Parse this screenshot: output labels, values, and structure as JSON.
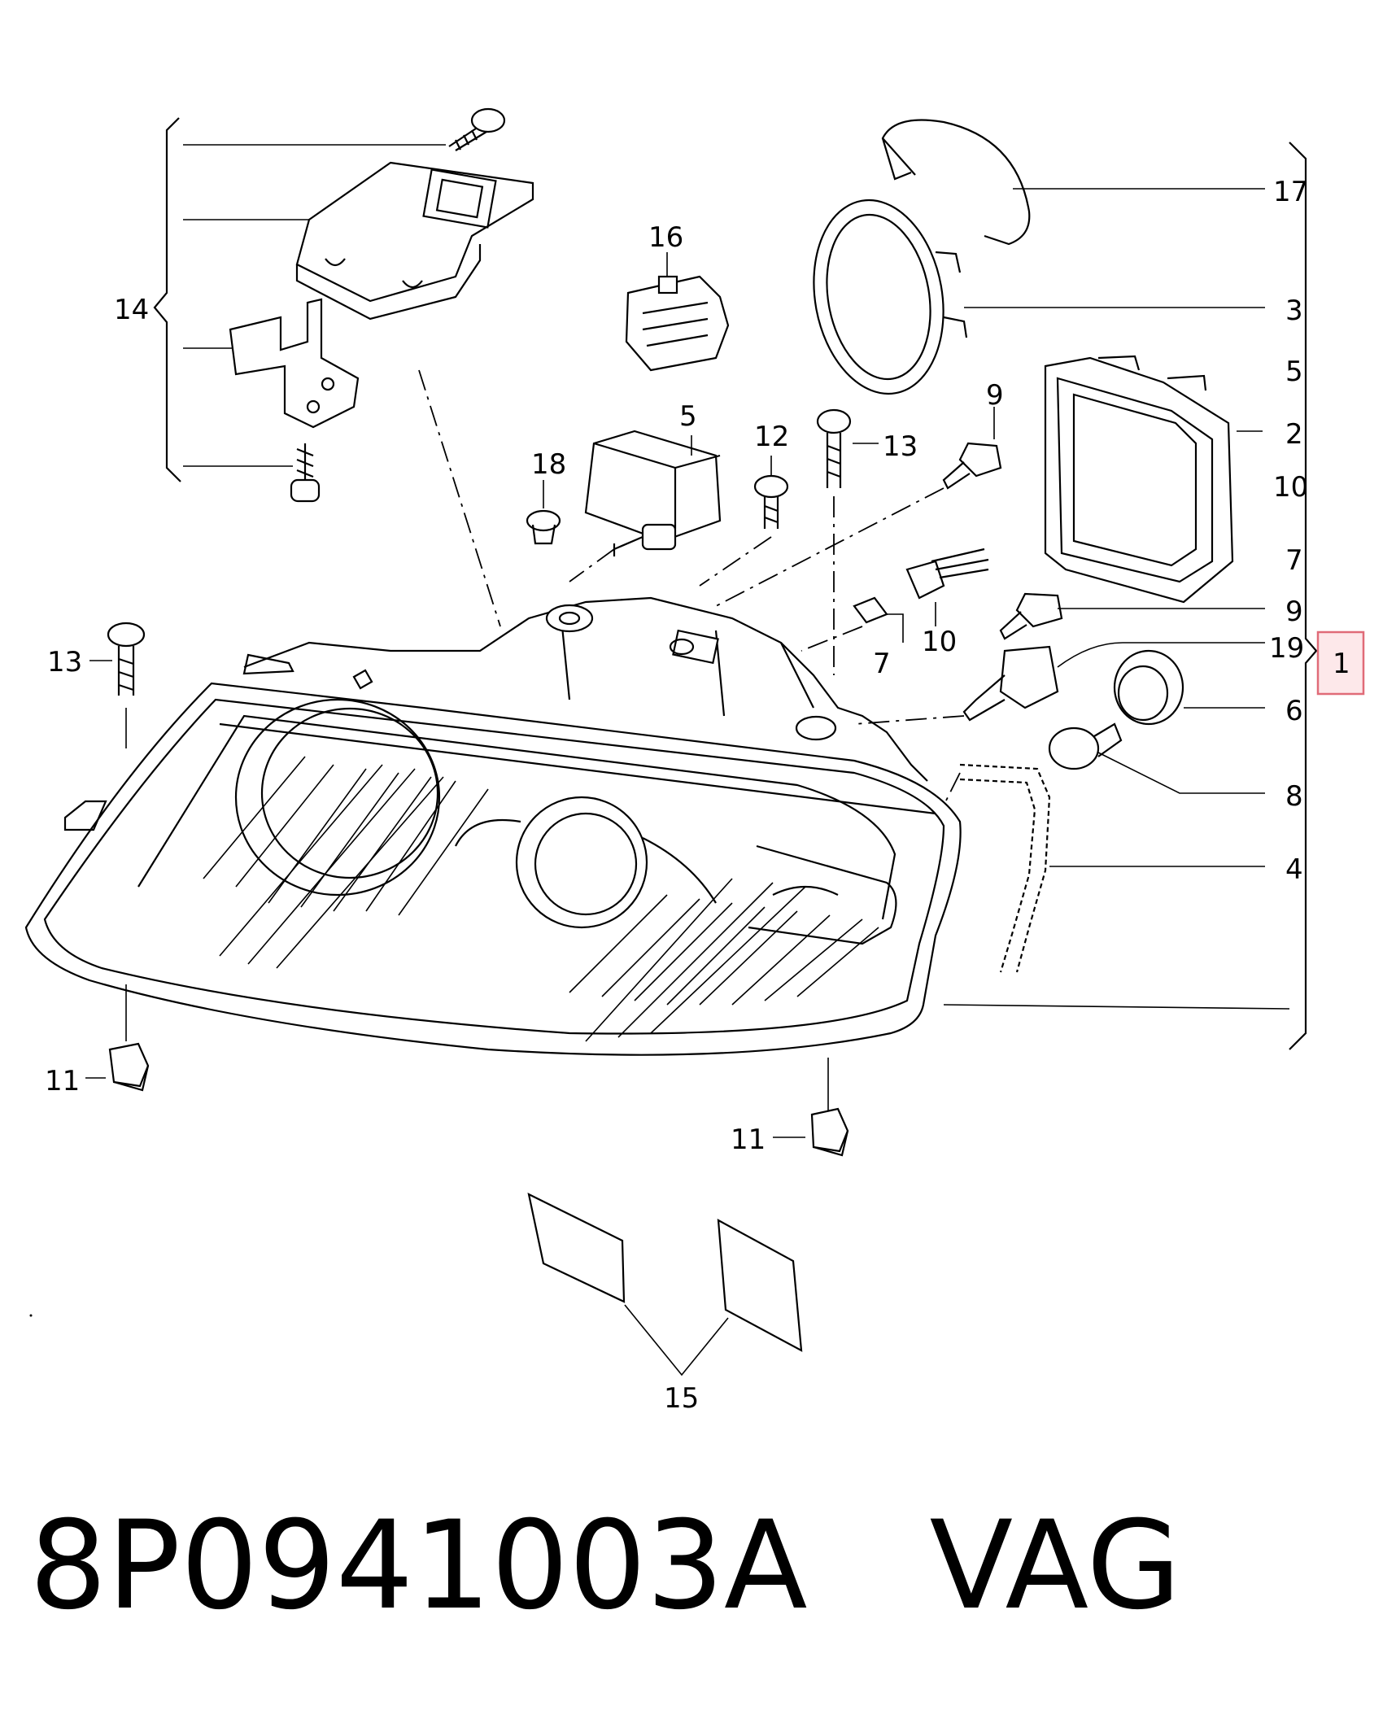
{
  "diagram": {
    "callouts": {
      "c14": "14",
      "c16": "16",
      "c5a": "5",
      "c18": "18",
      "c12": "12",
      "c13a": "13",
      "c9a": "9",
      "c13b": "13",
      "c10a": "10",
      "c7a": "7",
      "c11a": "11",
      "c11b": "11",
      "c15": "15",
      "c17": "17",
      "c3": "3",
      "c5b": "5",
      "c2": "2",
      "c10b": "10",
      "c7b": "7",
      "c9b": "9",
      "c19": "19",
      "c6": "6",
      "c8": "8",
      "c4": "4",
      "c1": "1"
    }
  },
  "footer": {
    "part_number": "8P0941003A",
    "brand": "VAG"
  }
}
